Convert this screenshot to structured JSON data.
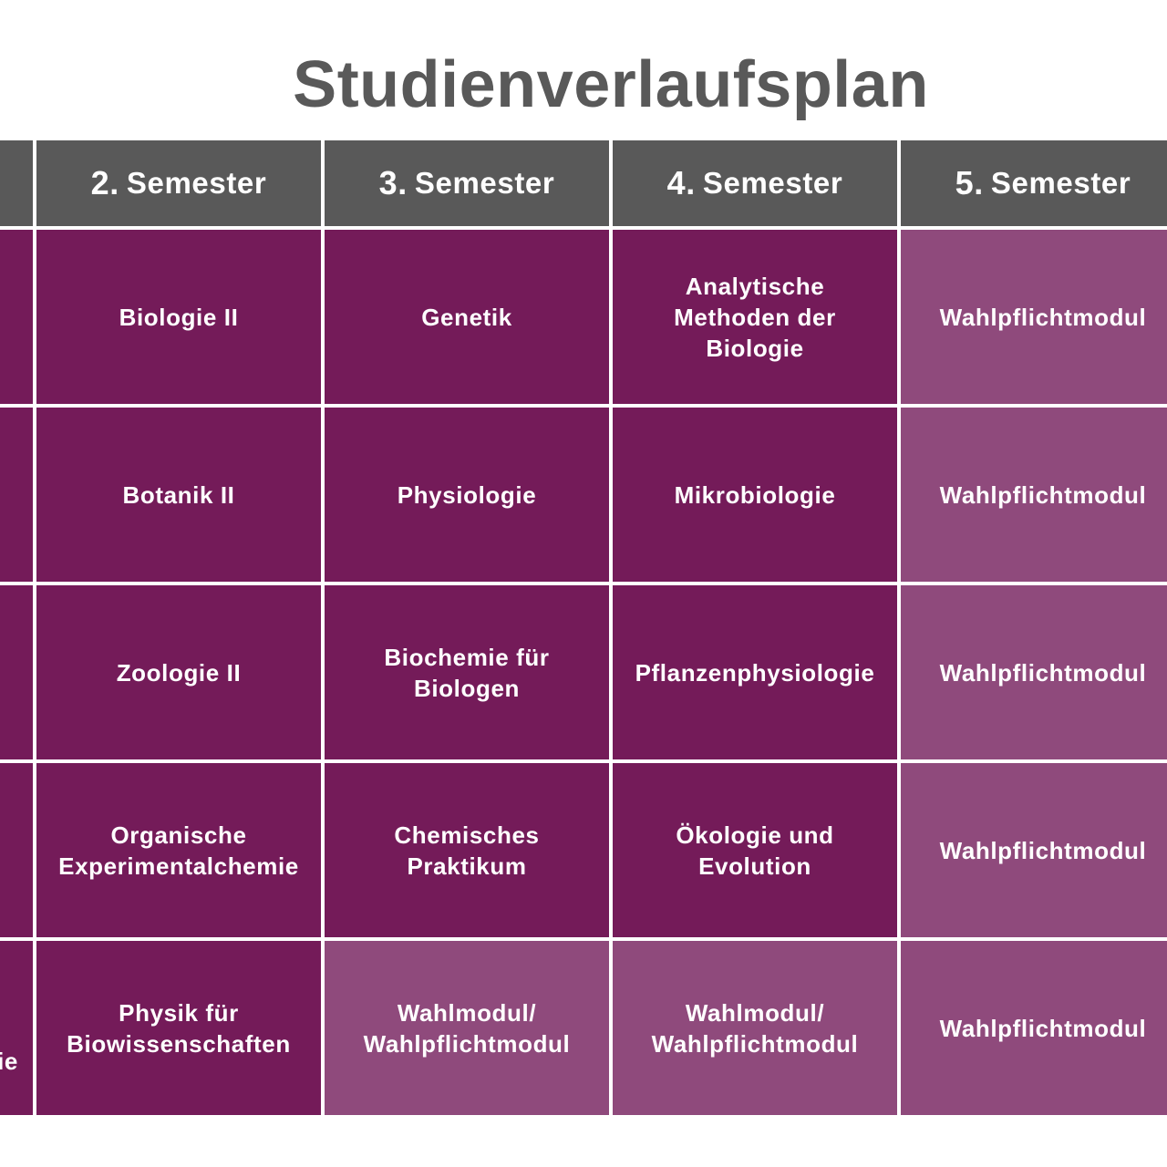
{
  "title": "Studienverlaufsplan",
  "header": [
    {
      "num": "",
      "label": ""
    },
    {
      "num": "2.",
      "label": "Semester"
    },
    {
      "num": "3.",
      "label": "Semester"
    },
    {
      "num": "4.",
      "label": "Semester"
    },
    {
      "num": "5.",
      "label": "Semester"
    }
  ],
  "rows": [
    [
      {
        "text": "",
        "tone": "dark"
      },
      {
        "text": "Biologie II",
        "tone": "dark"
      },
      {
        "text": "Genetik",
        "tone": "dark"
      },
      {
        "text": "Analytische\nMethoden der\nBiologie",
        "tone": "dark"
      },
      {
        "text": "Wahlpflichtmodul",
        "tone": "light"
      }
    ],
    [
      {
        "text": "",
        "tone": "dark"
      },
      {
        "text": "Botanik II",
        "tone": "dark"
      },
      {
        "text": "Physiologie",
        "tone": "dark"
      },
      {
        "text": "Mikrobiologie",
        "tone": "dark"
      },
      {
        "text": "Wahlpflichtmodul",
        "tone": "light"
      }
    ],
    [
      {
        "text": "",
        "tone": "dark"
      },
      {
        "text": "Zoologie II",
        "tone": "dark"
      },
      {
        "text": "Biochemie für\nBiologen",
        "tone": "dark"
      },
      {
        "text": "Pflanzenphysiologie",
        "tone": "dark"
      },
      {
        "text": "Wahlpflichtmodul",
        "tone": "light"
      }
    ],
    [
      {
        "text": "",
        "tone": "dark"
      },
      {
        "text": "Organische\nExperimentalchemie",
        "tone": "dark"
      },
      {
        "text": "Chemisches\nPraktikum",
        "tone": "dark"
      },
      {
        "text": "Ökologie und\nEvolution",
        "tone": "dark"
      },
      {
        "text": "Wahlpflichtmodul",
        "tone": "light"
      }
    ],
    [
      {
        "text": "ie",
        "tone": "dark",
        "clipped": true
      },
      {
        "text": "Physik für\nBiowissenschaften",
        "tone": "dark"
      },
      {
        "text": "Wahlmodul/\nWahlpflichtmodul",
        "tone": "light"
      },
      {
        "text": "Wahlmodul/\nWahlpflichtmodul",
        "tone": "light"
      },
      {
        "text": "Wahlpflichtmodul",
        "tone": "light"
      }
    ]
  ],
  "colors": {
    "header": "#595959",
    "module_dark": "#741b59",
    "module_light": "#8f4a7c",
    "title": "#595959"
  }
}
